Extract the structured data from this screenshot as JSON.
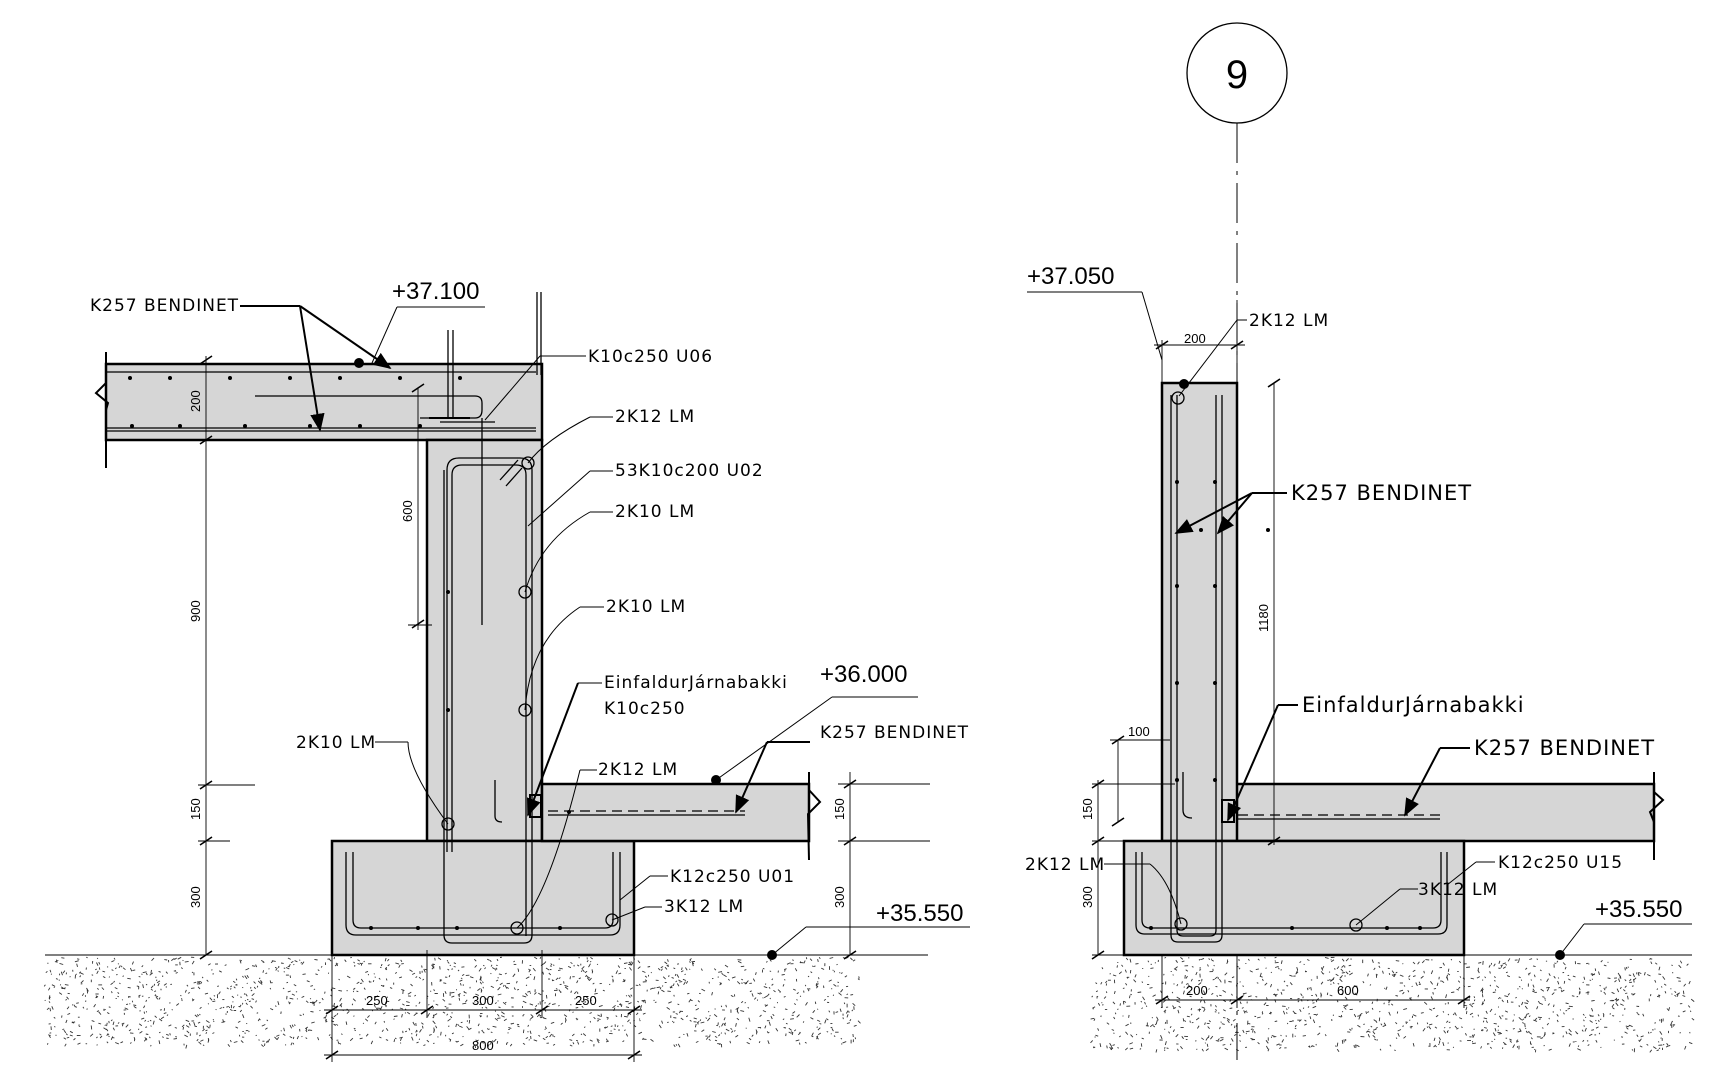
{
  "left_detail": {
    "labels": {
      "mesh_top": "K257 BENDINET",
      "level_top": "+37.100",
      "bar_u06": "K10c250 U06",
      "bar_2k12_top": "2K12 LM",
      "bar_u02": "53K10c200 U02",
      "bar_2k10_a": "2K10 LM",
      "bar_2k10_b": "2K10 LM",
      "tray_1": "EinfaldurJárnabakki",
      "tray_2": "K10c250",
      "level_mid": "+36.000",
      "mesh_slab": "K257 BENDINET",
      "bar_2k10_left": "2K10 LM",
      "bar_2k12_slab": "2K12 LM",
      "bar_u01": "K12c250 U01",
      "bar_3k12": "3K12 LM",
      "level_ground": "+35.550"
    },
    "dims": {
      "slab": "200",
      "d600": "600",
      "d900": "900",
      "d150": "150",
      "d300": "300",
      "d150_right": "150",
      "d300_right": "300",
      "d250_a": "250",
      "d300_b": "300",
      "d250_c": "250",
      "d800": "800"
    }
  },
  "right_detail": {
    "grid_label": "9",
    "labels": {
      "level_top": "+37.050",
      "bar_2k12_top": "2K12 LM",
      "mesh_wall": "K257 BENDINET",
      "tray": "EinfaldurJárnabakki",
      "mesh_slab": "K257 BENDINET",
      "bar_2k12_left": "2K12 LM",
      "bar_u15": "K12c250 U15",
      "bar_3k12": "3K12 LM",
      "level_ground": "+35.550"
    },
    "dims": {
      "d200_top": "200",
      "d1180": "1180",
      "d100": "100",
      "d150": "150",
      "d300": "300",
      "d200_bottom": "200",
      "d600": "600"
    }
  },
  "colors": {
    "concrete": "#d6d6d6",
    "line": "#000000",
    "ground_speckle": "#333333"
  }
}
